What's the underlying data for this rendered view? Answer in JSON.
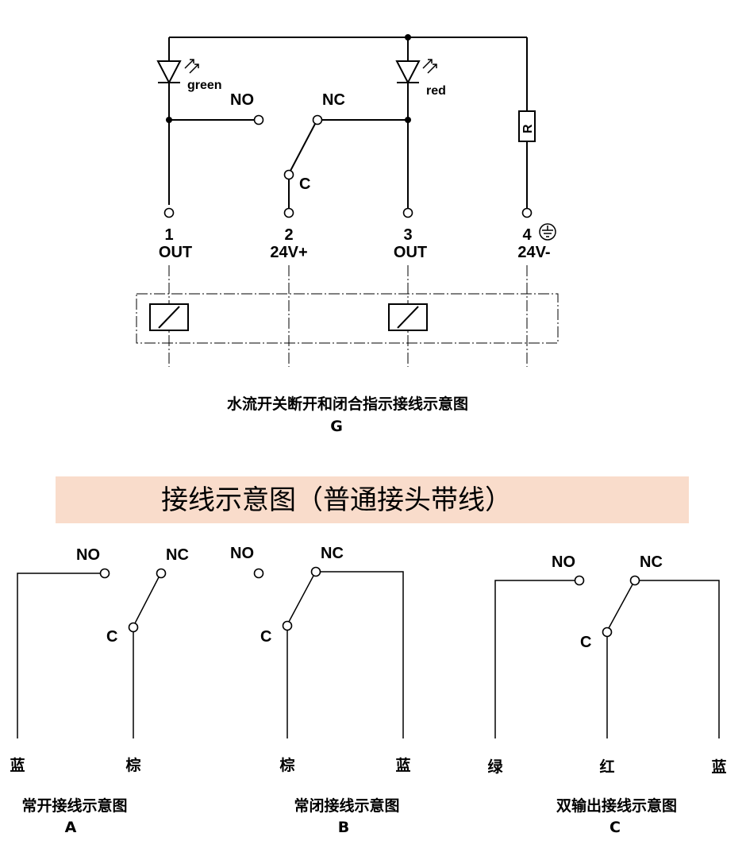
{
  "diagram_g": {
    "led_labels": {
      "green": "green",
      "red": "red"
    },
    "contacts": {
      "no": "NO",
      "nc": "NC",
      "c": "C"
    },
    "resistor": "R",
    "terminals": [
      {
        "num": "1",
        "name": "OUT"
      },
      {
        "num": "2",
        "name": "24V+"
      },
      {
        "num": "3",
        "name": "OUT"
      },
      {
        "num": "4",
        "name": "24V-",
        "symbol": "ground-icon"
      }
    ],
    "caption": "水流开关断开和闭合指示接线示意图",
    "letter": "G"
  },
  "banner": {
    "text": "接线示意图（普通接头带线）",
    "color": "#f9dccb"
  },
  "diagram_a": {
    "no": "NO",
    "nc": "NC",
    "c": "C",
    "wire_left": "蓝",
    "wire_right": "棕",
    "caption": "常开接线示意图",
    "letter": "A"
  },
  "diagram_b": {
    "no": "NO",
    "nc": "NC",
    "c": "C",
    "wire_left": "棕",
    "wire_right": "蓝",
    "caption": "常闭接线示意图",
    "letter": "B"
  },
  "diagram_c": {
    "no": "NO",
    "nc": "NC",
    "c": "C",
    "wire_left": "绿",
    "wire_mid": "红",
    "wire_right": "蓝",
    "caption": "双输出接线示意图",
    "letter": "C"
  }
}
